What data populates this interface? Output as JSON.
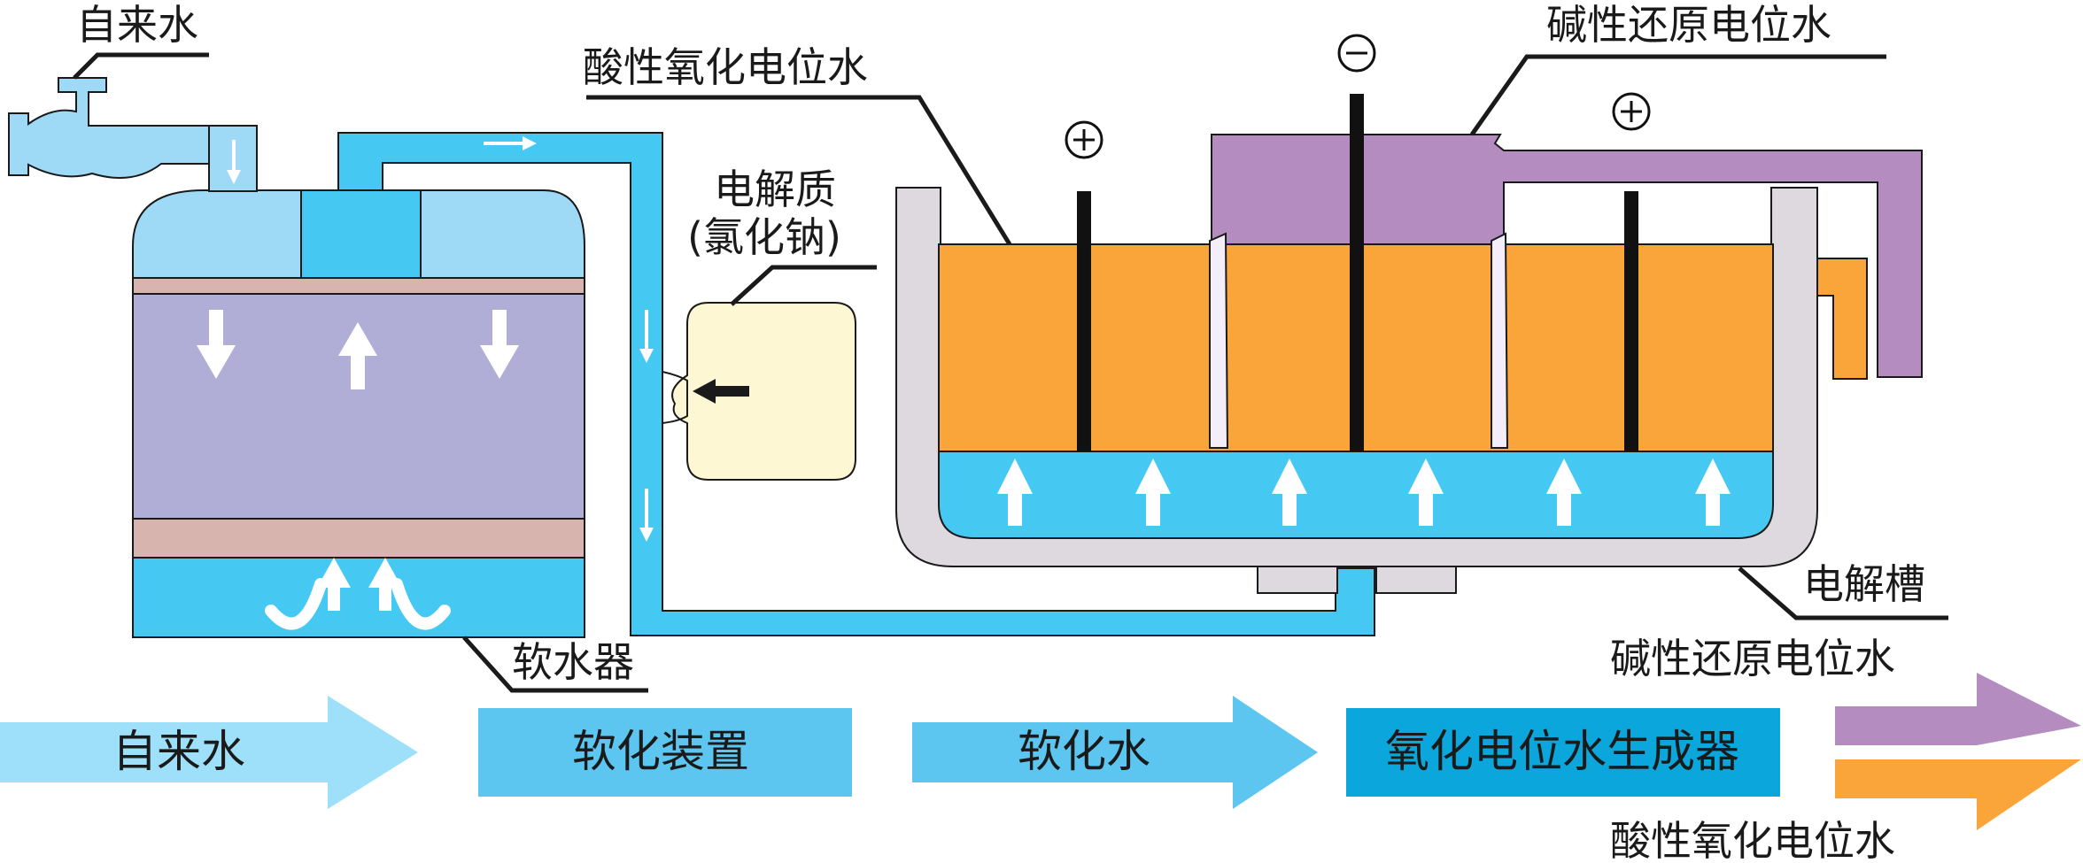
{
  "labels": {
    "tap_water": "自来水",
    "acidic_water_top": "酸性氧化电位水",
    "alkaline_water_top": "碱性还原电位水",
    "electrolyte_line1": "电解质",
    "electrolyte_line2": "(氯化钠)",
    "softener": "软水器",
    "electrolytic_cell": "电解槽",
    "alkaline_water_output": "碱性还原电位水",
    "acidic_water_output": "酸性氧化电位水",
    "plus_symbol": "+",
    "minus_symbol": "−"
  },
  "flow": {
    "step1": "自来水",
    "step2": "软化装置",
    "step3": "软化水",
    "step4": "氧化电位水生成器"
  },
  "colors": {
    "water_light": "#9ed9f6",
    "water_blue": "#45c8f2",
    "resin_purple": "#b0aed6",
    "filter_pink": "#d8b4ae",
    "electrolyte_cream": "#fdf7d4",
    "acidic_orange": "#faa53a",
    "alkaline_purple": "#b48cc0",
    "tank_gray": "#ded9de",
    "generator_blue": "#0aa6dc"
  }
}
